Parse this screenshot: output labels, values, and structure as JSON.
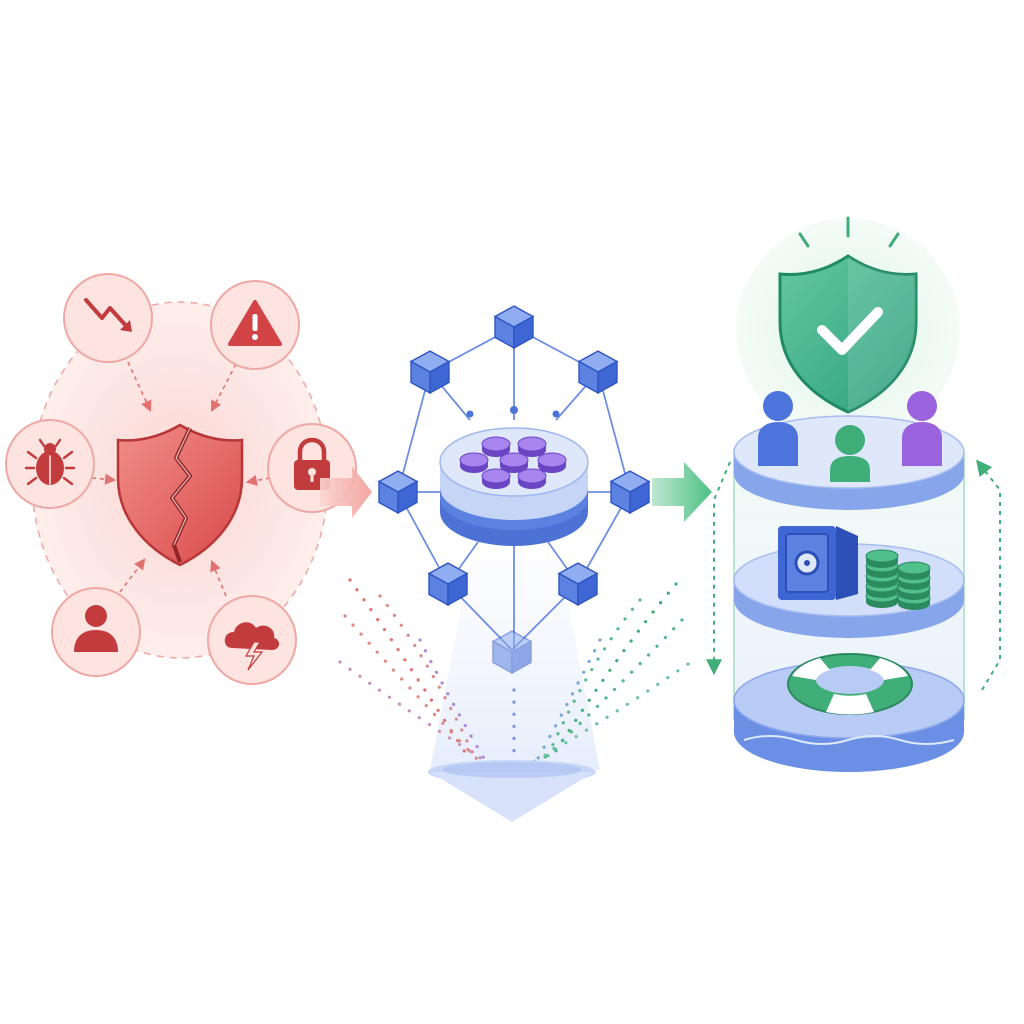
{
  "diagram": {
    "colors": {
      "risk": "#d9484a",
      "risk_light": "#fbe3e1",
      "risk_ring": "#f0a8a4",
      "network": "#4a74d8",
      "network_light": "#dfe8fb",
      "node_purple": "#8a63dc",
      "secure": "#3fae79",
      "secure_light": "#dff4ea",
      "people_blue": "#4c74dc",
      "people_green": "#3fae79",
      "people_purple": "#9a62dc"
    },
    "threats": {
      "center": "cracked-shield-icon",
      "items": [
        {
          "id": "downtrend",
          "icon": "downtrend-arrow-icon"
        },
        {
          "id": "warning",
          "icon": "warning-triangle-icon"
        },
        {
          "id": "bug",
          "icon": "bug-icon"
        },
        {
          "id": "lock",
          "icon": "padlock-icon"
        },
        {
          "id": "user",
          "icon": "user-icon"
        },
        {
          "id": "storm",
          "icon": "storm-cloud-icon"
        }
      ]
    },
    "network": {
      "hub": "data-hub-disk",
      "outer_node_count": 8,
      "inner_token_count": 7
    },
    "resilience": {
      "top": "check-shield-icon",
      "layers": [
        {
          "id": "people",
          "icons": [
            "person-blue-icon",
            "person-green-icon",
            "person-purple-icon"
          ]
        },
        {
          "id": "assets",
          "icons": [
            "safe-vault-icon",
            "coin-stack-icon"
          ]
        },
        {
          "id": "recovery",
          "icons": [
            "lifebuoy-icon"
          ]
        }
      ]
    }
  }
}
